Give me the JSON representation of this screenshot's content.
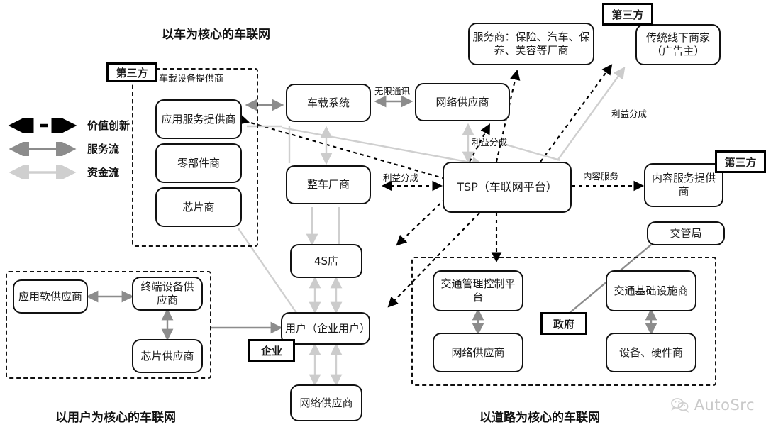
{
  "diagram": {
    "title_car": "以车为核心的车联网",
    "title_user": "以用户为核心的车联网",
    "title_road": "以道路为核心的车联网"
  },
  "legend": {
    "items": [
      {
        "id": "value-innovation",
        "label": "价值创新",
        "style": "dashed",
        "color": "#000000"
      },
      {
        "id": "service-flow",
        "label": "服务流",
        "style": "solid",
        "color": "#8c8c8c"
      },
      {
        "id": "capital-flow",
        "label": "资金流",
        "style": "solid",
        "color": "#cfcfcf"
      }
    ]
  },
  "tags": [
    {
      "id": "third-party-left",
      "label": "第三方"
    },
    {
      "id": "third-party-top",
      "label": "第三方"
    },
    {
      "id": "third-party-right",
      "label": "第三方"
    },
    {
      "id": "enterprise",
      "label": "企业"
    },
    {
      "id": "government",
      "label": "政府"
    }
  ],
  "groups": [
    {
      "id": "device-provider-group",
      "label": "车载设备提供商"
    },
    {
      "id": "user-core-group",
      "label": ""
    },
    {
      "id": "road-core-group",
      "label": ""
    }
  ],
  "nodes": [
    {
      "id": "app-service-provider",
      "label": "应用服务提供商"
    },
    {
      "id": "parts-supplier",
      "label": "零部件商"
    },
    {
      "id": "chip-maker",
      "label": "芯片商"
    },
    {
      "id": "vehicle-system",
      "label": "车载系统"
    },
    {
      "id": "network-provider-top",
      "label": "网络供应商"
    },
    {
      "id": "service-providers",
      "label": "服务商：保险、汽车、保养、美容等厂商"
    },
    {
      "id": "offline-merchant",
      "label": "传统线下商家（广告主）"
    },
    {
      "id": "vehicle-manufacturer",
      "label": "整车厂商"
    },
    {
      "id": "tsp",
      "label": "TSP（车联网平台）"
    },
    {
      "id": "content-service-provider",
      "label": "内容服务提供商"
    },
    {
      "id": "traffic-bureau",
      "label": "交管局"
    },
    {
      "id": "dealership-4s",
      "label": "4S店"
    },
    {
      "id": "user-enterprise",
      "label": "用户（企业用户）"
    },
    {
      "id": "network-provider-user",
      "label": "网络供应商"
    },
    {
      "id": "app-software-supplier",
      "label": "应用软供应商"
    },
    {
      "id": "terminal-device-supplier",
      "label": "终端设备供应商"
    },
    {
      "id": "chip-supplier",
      "label": "芯片供应商"
    },
    {
      "id": "traffic-control-platform",
      "label": "交通管理控制平台"
    },
    {
      "id": "network-provider-road",
      "label": "网络供应商"
    },
    {
      "id": "traffic-infrastructure",
      "label": "交通基础设施商"
    },
    {
      "id": "equipment-hardware",
      "label": "设备、硬件商"
    }
  ],
  "edge_labels": [
    {
      "id": "wireless-comm",
      "text": "无限通讯"
    },
    {
      "id": "profit-share-network",
      "text": "利益分成"
    },
    {
      "id": "profit-share-manufacturer",
      "text": "利益分成"
    },
    {
      "id": "profit-share-advertiser",
      "text": "利益分成"
    },
    {
      "id": "content-service",
      "text": "内容服务"
    }
  ],
  "watermark": {
    "text": "AutoSrc",
    "icon": "wechat-icon"
  }
}
